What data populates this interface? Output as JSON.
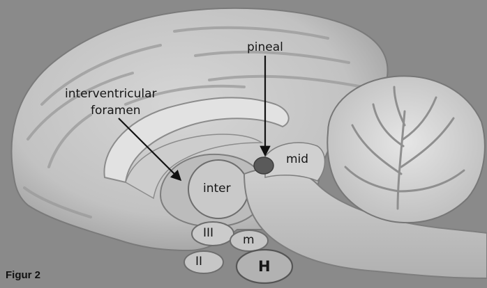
{
  "labels": {
    "pineal": "pineal",
    "interventricular_line1": "interventricular",
    "interventricular_line2": "foramen",
    "mid": "mid",
    "inter": "inter",
    "III": "III",
    "m": "m",
    "II": "II",
    "H": "H"
  },
  "caption": "Figur 2",
  "colors": {
    "background": "#8a8a8a",
    "tissue_light": "#d8d8d8",
    "tissue_mid": "#b8b8b8",
    "tissue_dark": "#6a6a6a",
    "text": "#161616"
  }
}
